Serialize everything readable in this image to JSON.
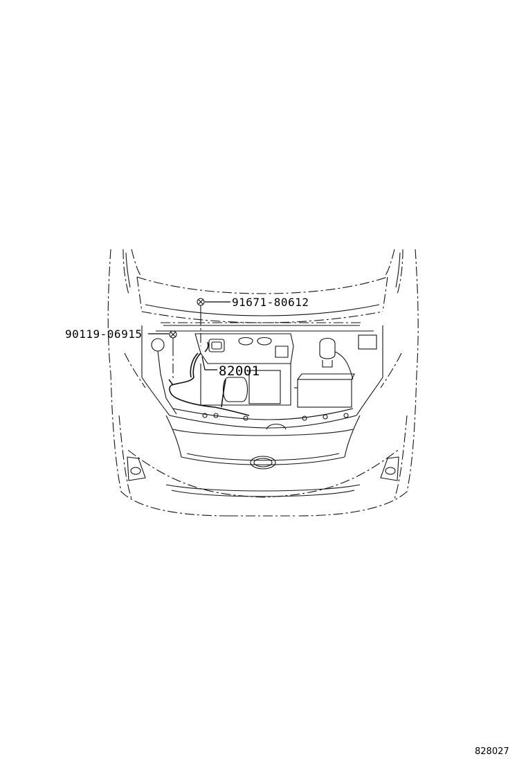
{
  "labels": {
    "part_top": "91671-80612",
    "part_left": "90119-06915",
    "part_center": "82001"
  },
  "reference_code": "828027"
}
